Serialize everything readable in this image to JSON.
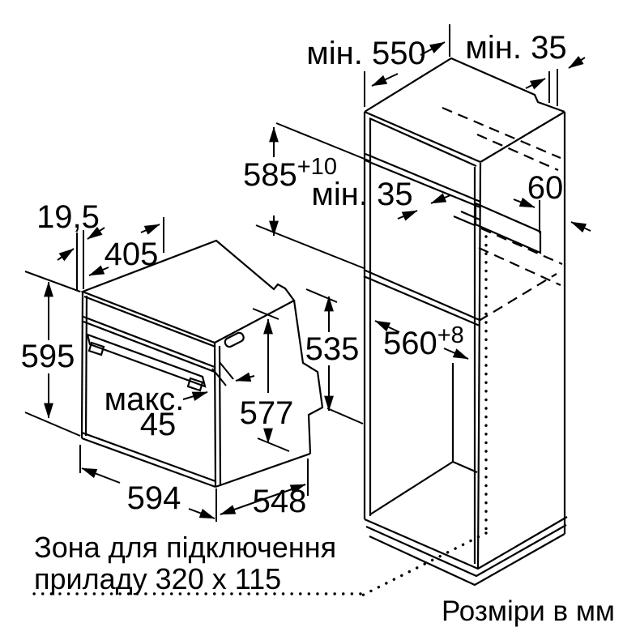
{
  "diagram": {
    "cabinet": {
      "depth_min": "мін. 550",
      "wall_gap_min": "мін. 35",
      "niche_height": "585",
      "niche_height_tol": "+10",
      "rear_gap_min": "мін. 35",
      "vent_width": "60",
      "niche_width": "560",
      "niche_width_tol": "+8"
    },
    "oven": {
      "front_offset": "19,5",
      "top_depth": "405",
      "front_height": "595",
      "handle_max_label": "макс.",
      "handle_max_value": "45",
      "body_height": "577",
      "rear_height": "535",
      "front_width": "594",
      "body_depth": "548"
    },
    "notes": {
      "connection_zone_line1": "Зона для підключення",
      "connection_zone_line2": "приладу 320 x 115",
      "units": "Розміри в мм"
    },
    "colors": {
      "line": "#000000",
      "background": "#ffffff"
    }
  }
}
